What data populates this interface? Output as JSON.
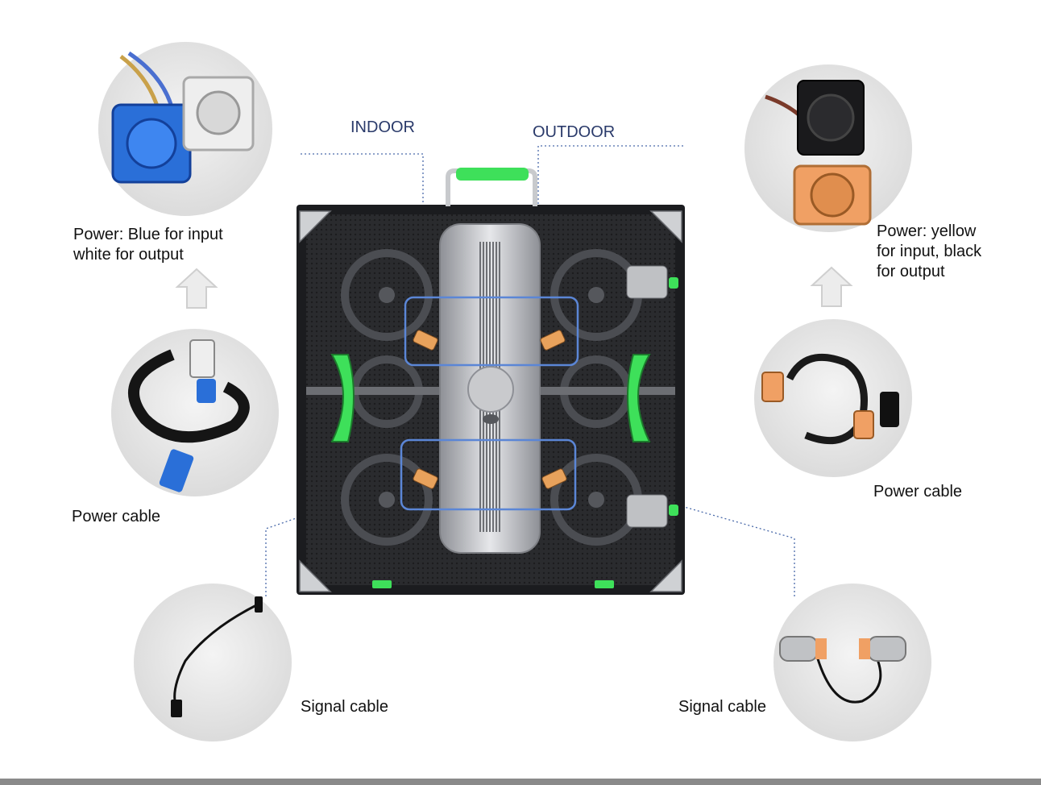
{
  "labels": {
    "indoor": "INDOOR",
    "outdoor": "OUTDOOR",
    "left_power_line1": "Power: Blue for input",
    "left_power_line2": "white for output",
    "left_power_cable": "Power cable",
    "left_signal_cable": "Signal cable",
    "right_power_line1": "Power: yellow",
    "right_power_line2": "for input, black",
    "right_power_line3": "for output",
    "right_power_cable": "Power cable",
    "right_signal_cable": "Signal cable"
  },
  "colors": {
    "accent_green": "#3ee05a",
    "highlight_box": "#5b86d6",
    "indoor_connector": "#2a6fd8",
    "outdoor_connector": "#e8a25c",
    "header_text": "#2a3a6a"
  },
  "icons": [
    "arrow-up-icon",
    "arrow-up-icon"
  ]
}
